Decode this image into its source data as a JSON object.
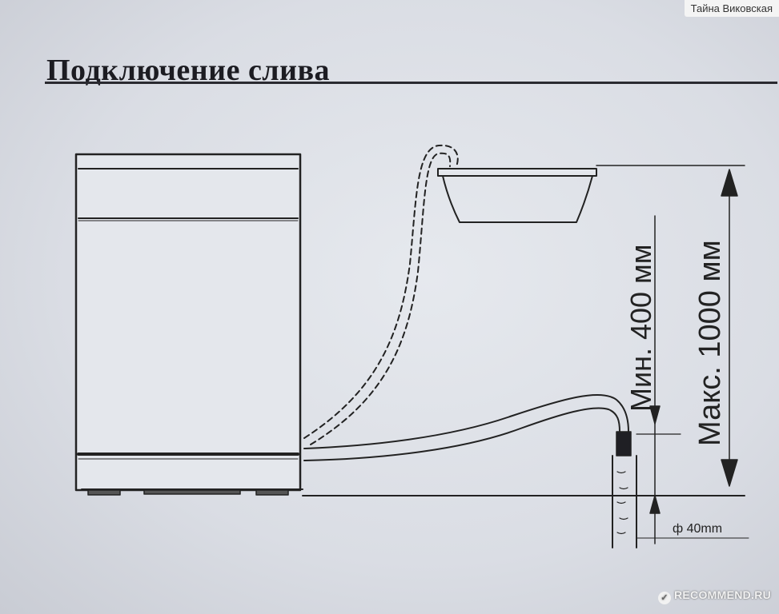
{
  "watermark_top": "Тайна Виковская",
  "title": "Подключение слива",
  "labels": {
    "min_height": "Мин. 400 мм",
    "max_height": "Макс. 1000 мм",
    "pipe_diameter": "ф 40mm"
  },
  "watermark_bottom": "RECOMMEND.RU",
  "icons": {
    "watermark": "recommend-logo-icon"
  }
}
